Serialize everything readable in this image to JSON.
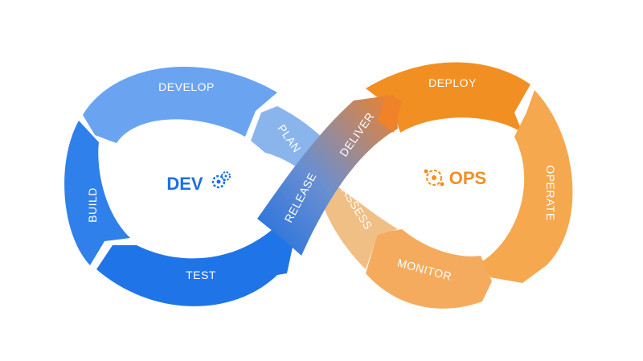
{
  "colors": {
    "dev_dark": "#1f6fe0",
    "dev_mid": "#3a86ee",
    "dev_light": "#6aa4f0",
    "ops_dark": "#f28f22",
    "ops_mid": "#f5a445",
    "ops_light": "#f2b878",
    "dev_text": "#1f6fe0",
    "ops_text": "#f28f22"
  },
  "dev": {
    "title": "DEV",
    "icon": "gears-icon",
    "stages": {
      "develop": "DEVELOP",
      "build": "BUILD",
      "test": "TEST",
      "plan": "PLAN",
      "release": "RELEASE"
    }
  },
  "ops": {
    "title": "OPS",
    "icon": "people-gear-icon",
    "stages": {
      "deploy": "DEPLOY",
      "operate": "OPERATE",
      "monitor": "MONITOR",
      "deliver": "DELIVER",
      "assess": "ASSESS"
    }
  }
}
